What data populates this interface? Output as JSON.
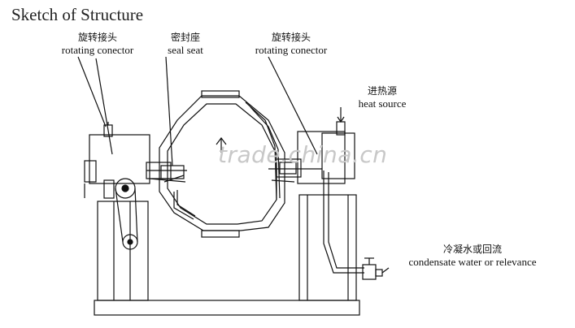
{
  "title": "Sketch of Structure",
  "labels": {
    "rotating_left": {
      "zh": "旋转接头",
      "en": "rotating conector"
    },
    "seal_seat": {
      "zh": "密封座",
      "en": "seal seat"
    },
    "rotating_right": {
      "zh": "旋转接头",
      "en": "rotating conector"
    },
    "heat_source": {
      "zh": "进热源",
      "en": "heat source"
    },
    "condensate": {
      "zh": "冷凝水或回流",
      "en": "condensate water or relevance"
    }
  },
  "watermark": "trade.china.cn",
  "colors": {
    "line": "#111111",
    "watermark": "#c8c8c8"
  }
}
